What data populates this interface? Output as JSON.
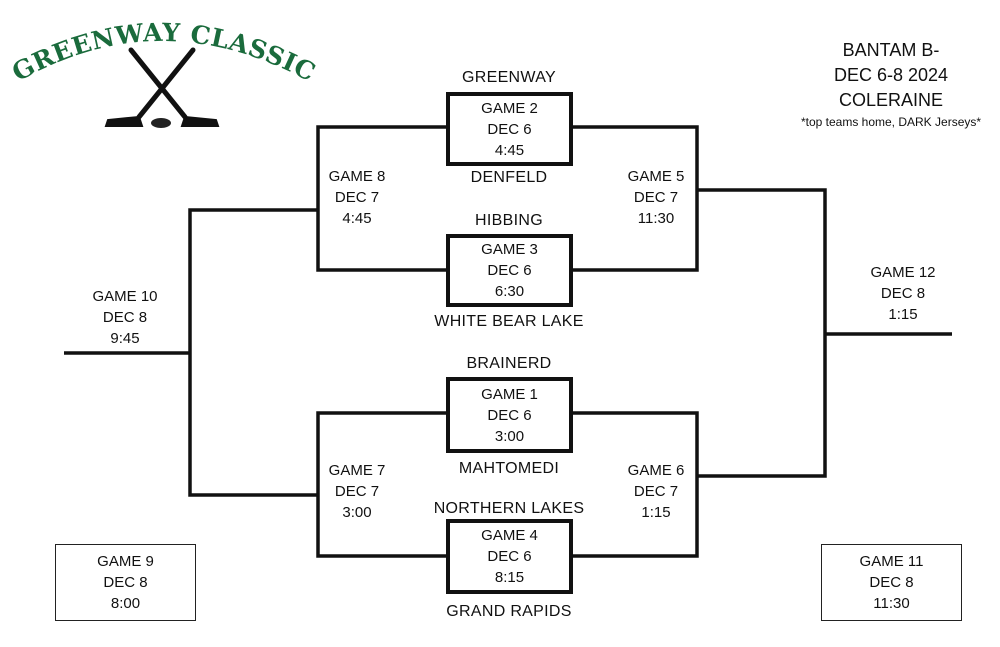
{
  "logo": {
    "title": "GREENWAY CLASSIC",
    "color": "#1a6b3c",
    "icon": "crossed-hockey-sticks-puck-icon"
  },
  "info": {
    "line1": "BANTAM B-",
    "line2": "DEC 6-8 2024",
    "line3": "COLERAINE",
    "note": "*top teams home, DARK Jerseys*"
  },
  "games": {
    "g1": {
      "name": "GAME 1",
      "date": "DEC 6",
      "time": "3:00"
    },
    "g2": {
      "name": "GAME 2",
      "date": "DEC 6",
      "time": "4:45"
    },
    "g3": {
      "name": "GAME 3",
      "date": "DEC 6",
      "time": "6:30"
    },
    "g4": {
      "name": "GAME 4",
      "date": "DEC 6",
      "time": "8:15"
    },
    "g5": {
      "name": "GAME 5",
      "date": "DEC 7",
      "time": "11:30"
    },
    "g6": {
      "name": "GAME 6",
      "date": "DEC 7",
      "time": "1:15"
    },
    "g7": {
      "name": "GAME 7",
      "date": "DEC 7",
      "time": "3:00"
    },
    "g8": {
      "name": "GAME 8",
      "date": "DEC 7",
      "time": "4:45"
    },
    "g9": {
      "name": "GAME 9",
      "date": "DEC 8",
      "time": "8:00"
    },
    "g10": {
      "name": "GAME 10",
      "date": "DEC 8",
      "time": "9:45"
    },
    "g11": {
      "name": "GAME 11",
      "date": "DEC 8",
      "time": "11:30"
    },
    "g12": {
      "name": "GAME 12",
      "date": "DEC 8",
      "time": "1:15"
    }
  },
  "teams": {
    "greenway": "GREENWAY",
    "denfeld": "DENFELD",
    "hibbing": "HIBBING",
    "white_bear_lake": "WHITE BEAR LAKE",
    "brainerd": "BRAINERD",
    "mahtomedi": "MAHTOMEDI",
    "northern_lakes": "NORTHERN LAKES",
    "grand_rapids": "GRAND RAPIDS"
  }
}
